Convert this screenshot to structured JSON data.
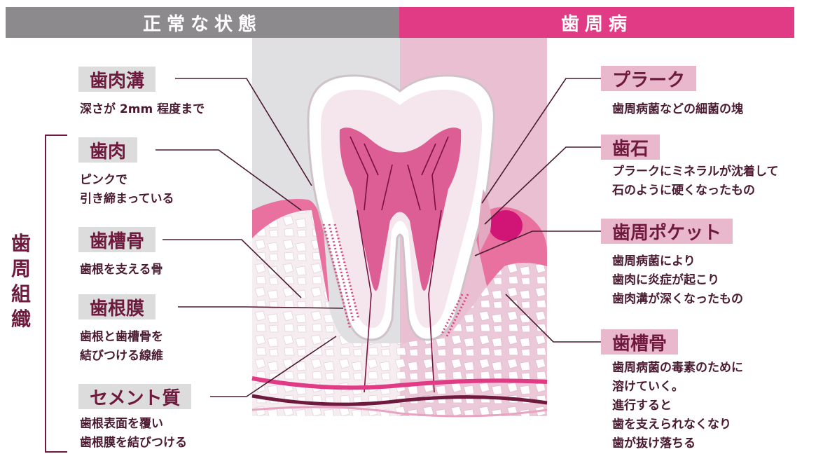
{
  "header": {
    "normal": "正常な状態",
    "disease": "歯周病"
  },
  "side_title": "歯周組織",
  "left_labels": [
    {
      "title": "歯肉溝",
      "lines": [
        "深さが 2mm 程度まで"
      ]
    },
    {
      "title": "歯肉",
      "lines": [
        "ピンクで",
        "引き締まっている"
      ]
    },
    {
      "title": "歯槽骨",
      "lines": [
        "歯根を支える骨"
      ]
    },
    {
      "title": "歯根膜",
      "lines": [
        "歯根と歯槽骨を",
        "結びつける線維"
      ]
    },
    {
      "title": "セメント質",
      "lines": [
        "歯根表面を覆い",
        "歯根膜を結びつける"
      ]
    }
  ],
  "right_labels": [
    {
      "title": "プラーク",
      "lines": [
        "歯周病菌などの細菌の塊"
      ]
    },
    {
      "title": "歯石",
      "lines": [
        "プラークにミネラルが沈着して",
        "石のように硬くなったもの"
      ]
    },
    {
      "title": "歯周ポケット",
      "lines": [
        "歯周病菌により",
        "歯肉に炎症が起こり",
        "歯肉溝が深くなったもの"
      ]
    },
    {
      "title": "歯槽骨",
      "lines": [
        "歯周病菌の毒素のために",
        "溶けていく。",
        "進行すると",
        "歯を支えられなくなり",
        "歯が抜け落ちる"
      ]
    }
  ],
  "colors": {
    "normal": "#8c8a8c",
    "disease": "#e13b86",
    "label_text": "#6e1a3e"
  }
}
